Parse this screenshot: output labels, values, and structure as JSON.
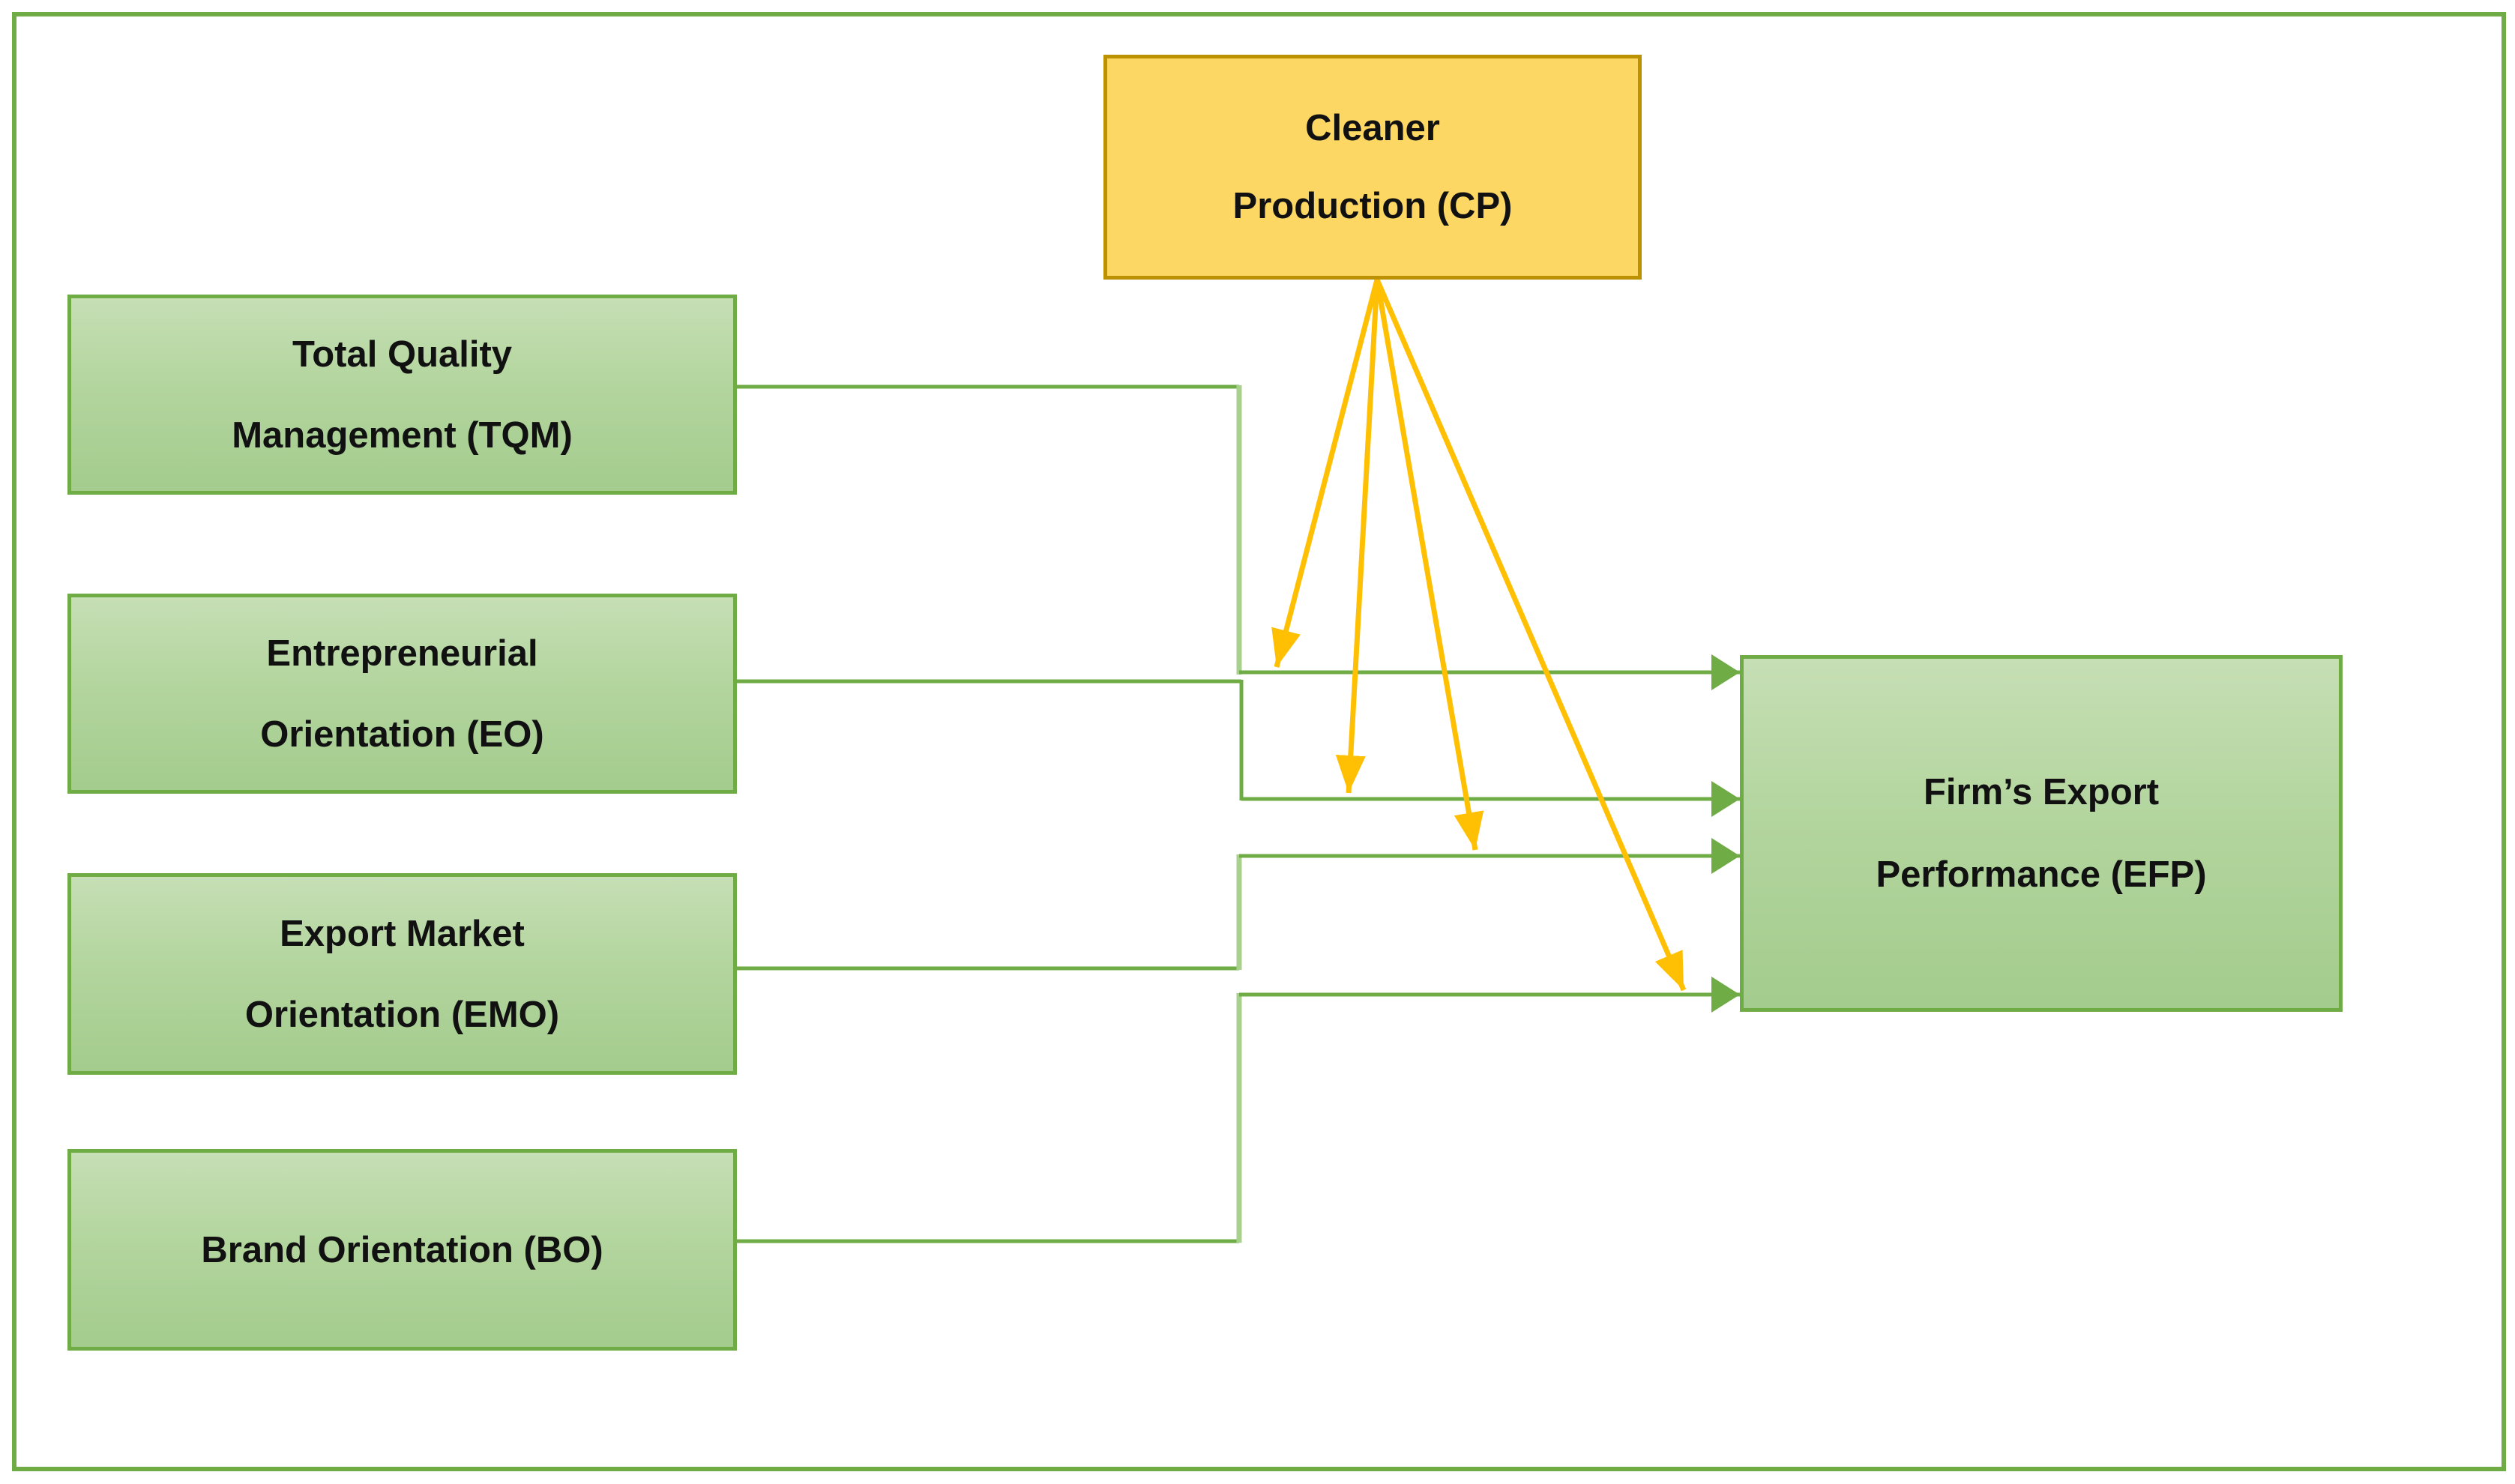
{
  "figure": {
    "type": "conceptual-framework-diagram",
    "background": "#ffffff"
  },
  "colors": {
    "green_border": "#6fac46",
    "green_fill_top": "#c6dfb5",
    "green_fill_bottom": "#a4cc8e",
    "light_green_connector": "#a9d18e",
    "yellow_fill": "#fcd763",
    "yellow_border": "#bd9202",
    "yellow_arrow": "#ffc003",
    "text": "#111111"
  },
  "boxes": {
    "cp": {
      "line1": "Cleaner",
      "line2": "Production (CP)"
    },
    "tqm": {
      "line1": "Total Quality",
      "line2": "Management (TQM)"
    },
    "eo": {
      "line1": "Entrepreneurial",
      "line2": "Orientation (EO)"
    },
    "emo": {
      "line1": "Export Market",
      "line2": "Orientation (EMO)"
    },
    "bo": {
      "line1": "Brand Orientation (BO)"
    },
    "efp": {
      "line1": "Firm’s Export",
      "line2": "Performance (EFP)"
    }
  },
  "connections": {
    "direct": [
      {
        "from": "TQM",
        "to": "EFP",
        "style": "solid",
        "color": "#6fac46"
      },
      {
        "from": "EO",
        "to": "EFP",
        "style": "solid",
        "color": "#6fac46"
      },
      {
        "from": "EMO",
        "to": "EFP",
        "style": "solid",
        "color": "#6fac46"
      },
      {
        "from": "BO",
        "to": "EFP",
        "style": "solid",
        "color": "#6fac46"
      }
    ],
    "moderating": [
      {
        "from": "CP",
        "to": "TQM-EFP path",
        "style": "solid",
        "color": "#ffc003"
      },
      {
        "from": "CP",
        "to": "EO-EFP path",
        "style": "solid",
        "color": "#ffc003"
      },
      {
        "from": "CP",
        "to": "EMO-EFP path",
        "style": "solid",
        "color": "#ffc003"
      },
      {
        "from": "CP",
        "to": "BO-EFP path",
        "style": "solid",
        "color": "#ffc003"
      }
    ]
  }
}
